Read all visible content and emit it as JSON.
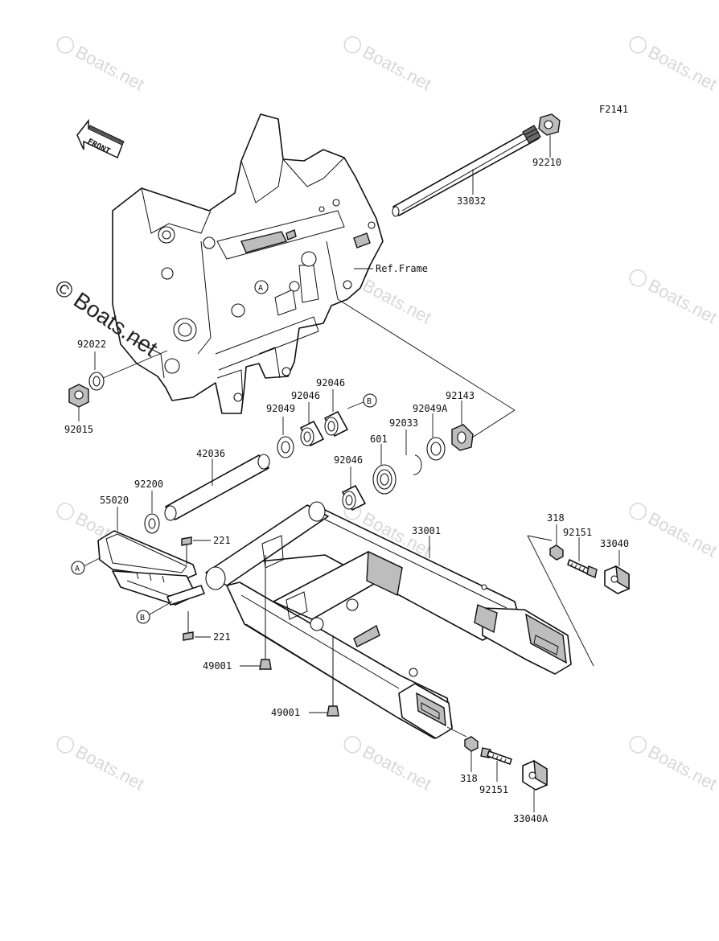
{
  "figure_code": "F2141",
  "watermark_text": "Boats.net",
  "watermark_large_text": "© Boats.net",
  "front_label": "FRONT",
  "ref_frame_label": "Ref.Frame",
  "callouts": {
    "A": "A",
    "B": "B"
  },
  "parts": {
    "p92210": "92210",
    "p33032": "33032",
    "p92022": "92022",
    "p92015": "92015",
    "p92046_a": "92046",
    "p92046_b": "92046",
    "p92046_c": "92046",
    "p92049": "92049",
    "p92049A": "92049A",
    "p92143": "92143",
    "p92033": "92033",
    "p601": "601",
    "p42036": "42036",
    "p92200": "92200",
    "p55020": "55020",
    "p221_a": "221",
    "p221_b": "221",
    "p33001": "33001",
    "p318_a": "318",
    "p318_b": "318",
    "p92151_a": "92151",
    "p92151_b": "92151",
    "p33040": "33040",
    "p33040A": "33040A",
    "p49001_a": "49001",
    "p49001_b": "49001"
  }
}
